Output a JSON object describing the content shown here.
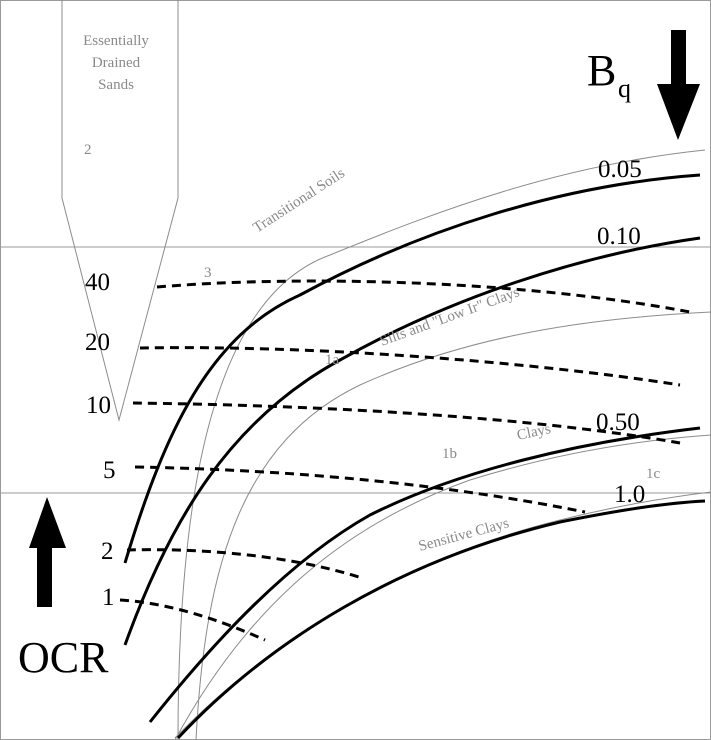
{
  "bq_axis": {
    "label_main": "B",
    "label_sub": "q",
    "curve_labels": [
      "0.05",
      "0.10",
      "0.50",
      "1.0"
    ]
  },
  "ocr_axis": {
    "label": "OCR",
    "curve_labels": [
      "40",
      "20",
      "10",
      "5",
      "2",
      "1"
    ]
  },
  "zones": {
    "drained_sands": [
      "Essentially",
      "Drained",
      "Sands"
    ],
    "zone_2": "2",
    "transitional": "Transitional Soils",
    "zone_3": "3",
    "silts": "Silts and \"Low Ir\" Clays",
    "zone_1a": "1a",
    "zone_1b": "1b",
    "clays": "Clays",
    "zone_1c": "1c",
    "sensitive_clays": "Sensitive Clays"
  }
}
